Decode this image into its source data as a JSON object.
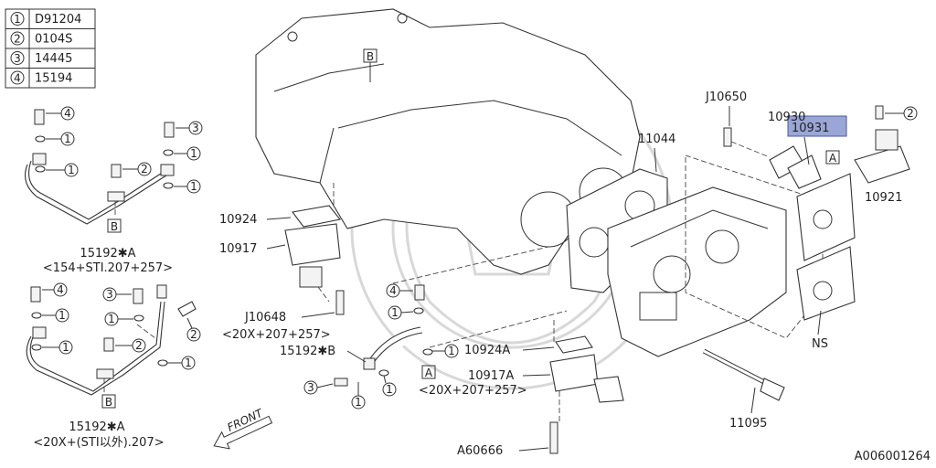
{
  "diagram_code": "A006001264",
  "legend": [
    {
      "num": "1",
      "code": "D91204"
    },
    {
      "num": "2",
      "code": "0104S"
    },
    {
      "num": "3",
      "code": "14445"
    },
    {
      "num": "4",
      "code": "15194"
    }
  ],
  "labels": {
    "p15192a_1": "15192✱A",
    "p15192a_1_note": "<154+STI.207+257>",
    "p15192a_2": "15192✱A",
    "p15192a_2_note": "<20X+(STI以外).207>",
    "p15192b": "15192✱B",
    "p10924": "10924",
    "p10917": "10917",
    "j10648": "J10648",
    "j10648_note": "<20X+207+257>",
    "p10924a": "10924A",
    "p10917a": "10917A",
    "p10917a_note": "<20X+207+257>",
    "a60666": "A60666",
    "p11044": "11044",
    "j10650": "J10650",
    "p10930": "10930",
    "p10931": "10931",
    "p10921": "10921",
    "ns": "NS",
    "p11095": "11095",
    "front": "FRONT",
    "ref_a": "A",
    "ref_b": "B"
  },
  "callouts": {
    "c1": "1",
    "c2": "2",
    "c3": "3",
    "c4": "4"
  },
  "highlight_color": "#9aa6d6"
}
